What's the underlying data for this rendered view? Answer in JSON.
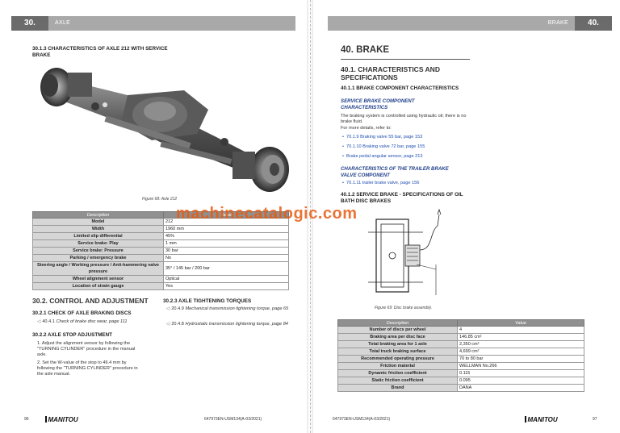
{
  "left": {
    "header": {
      "number": "30.",
      "title": "AXLE"
    },
    "heading_axle": "30.1.3 CHARACTERISTICS OF AXLE 212 WITH SERVICE BRAKE",
    "figure_caption": "Figure 68: Axle 212",
    "table": {
      "columns": [
        "Description",
        "Value"
      ],
      "rows": [
        [
          "Model",
          "212"
        ],
        [
          "Width",
          "1960 mm"
        ],
        [
          "Limited slip differential",
          "45%"
        ],
        [
          "Service brake: Play",
          "1 mm"
        ],
        [
          "Service brake: Pressure",
          "30 bar"
        ],
        [
          "Parking / emergency brake",
          "No"
        ],
        [
          "Steering angle / Working pressure / Anti-hammering valve pressure",
          "35° / 145 bar / 200 bar"
        ],
        [
          "Wheel alignment sensor",
          "Optical"
        ],
        [
          "Location of strain gauge",
          "Yes"
        ]
      ]
    },
    "section_title": "30.2. CONTROL AND ADJUSTMENT",
    "check_title": "30.2.1 CHECK OF AXLE BRAKING DISCS",
    "check_ref_num": "40.4.1",
    "check_ref_text": "Check of brake disc wear, page 111",
    "stop_title": "30.2.2 AXLE STOP ADJUSTMENT",
    "stop_steps": [
      "1.  Adjust the alignment sensor by following the \"TURNING CYLINDER\" procedure in the manual axle.",
      "2.  Set the W-value of the stop to 46.4 mm by following the \"TURNING CYLINDER\" procedure in the axle manual."
    ],
    "torque_title": "30.2.3 AXLE TIGHTENING TORQUES",
    "torque_ref1_num": "20.4.9",
    "torque_ref1_text": "Mechanical transmission tightening torque, page 65",
    "torque_ref2_num": "20.4.8",
    "torque_ref2_text": "Hydrostatic transmission tightening torque, page 84",
    "footer_page": "96",
    "footer_logo": "MANITOU",
    "footer_doc": "647973EN-USM134(A-03/2021)"
  },
  "right": {
    "header": {
      "number": "40.",
      "title": "BRAKE"
    },
    "chapter_title": "40. BRAKE",
    "section_title": "40.1. CHARACTERISTICS AND SPECIFICATIONS",
    "sub_title": "40.1.1 BRAKE COMPONENT CHARACTERISTICS",
    "service_brake_title": "SERVICE BRAKE COMPONENT CHARACTERISTICS",
    "service_brake_text": "The braking system is controlled using hydraulic oil; there is no brake fluid.",
    "more_details": "For more details, refer to:",
    "links": [
      "70.1.9 Braking valve 55 bar, page 153",
      "70.1.10 Braking valve 72 bar, page 155",
      "Brake pedal angular sensor, page 213"
    ],
    "trailer_title": "CHARACTERISTICS OF THE TRAILER BRAKE VALVE COMPONENT",
    "trailer_link": "70.1.11 trailer brake valve, page 156",
    "oil_bath_title": "40.1.2 SERVICE BRAKE - SPECIFICATIONS OF OIL BATH DISC BRAKES",
    "figure_caption": "Figure 69: Disc brake assembly.",
    "table": {
      "columns": [
        "Description",
        "Value"
      ],
      "rows": [
        [
          "Number of discs per wheel",
          "4"
        ],
        [
          "Braking area per disc face",
          "146.85 cm²"
        ],
        [
          "Total braking area for 1 axle",
          "2,350 cm²"
        ],
        [
          "Total truck braking surface",
          "4,699 cm²"
        ],
        [
          "Recommended operating pressure",
          "70 to 80 bar"
        ],
        [
          "Friction material",
          "WELLMAN No.266"
        ],
        [
          "Dynamic friction coefficient",
          "0.115"
        ],
        [
          "Static friction coefficient",
          "0.095"
        ],
        [
          "Brand",
          "DANA"
        ]
      ]
    },
    "footer_page": "97",
    "footer_logo": "MANITOU",
    "footer_doc": "647973EN-USM134(A-03/2021)"
  },
  "watermark": "machinecatalogic.com"
}
